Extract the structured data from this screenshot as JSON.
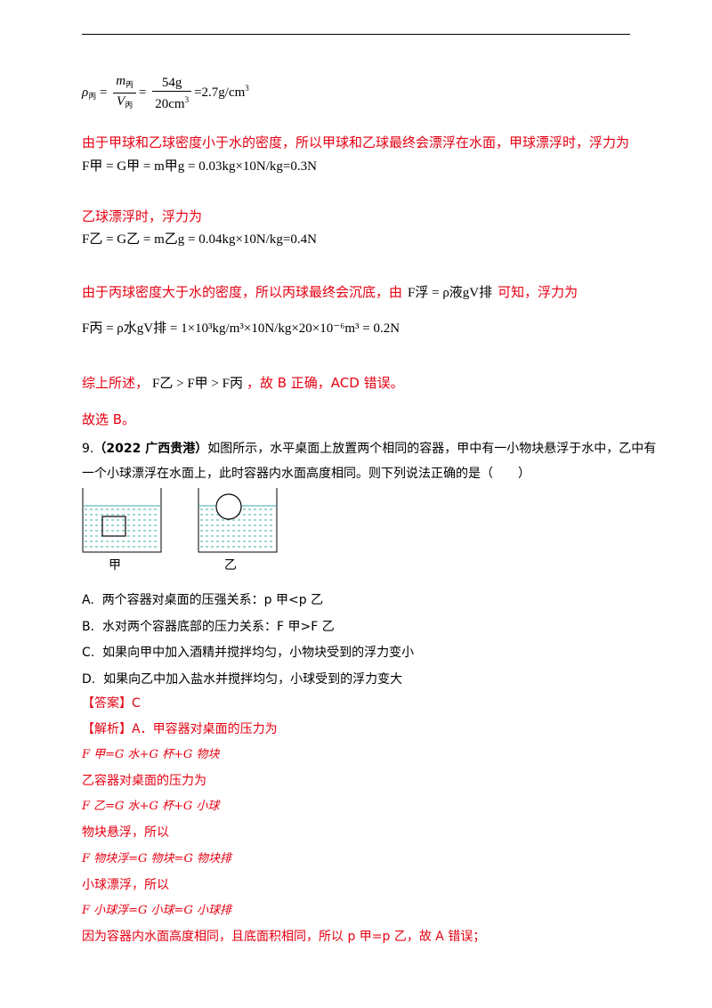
{
  "formula_rho_bing": {
    "lhs": "ρ",
    "lhs_sub": "丙",
    "num1": "m",
    "num1_sub": "丙",
    "den1": "V",
    "den1_sub": "丙",
    "num2": "54g",
    "den2": "20cm",
    "den2_sup": "3",
    "result": "=2.7g/cm",
    "result_sup": "3"
  },
  "text1": "由于甲球和乙球密度小于水的密度，所以甲球和乙球最终会漂浮在水面，甲球漂浮时，浮力为",
  "formula_F_jia": "F甲 = G甲 = m甲g = 0.03kg×10N/kg=0.3N",
  "text2": "乙球漂浮时，浮力为",
  "formula_F_yi": "F乙 = G乙 = m乙g = 0.04kg×10N/kg=0.4N",
  "text3a": "由于丙球密度大于水的密度，所以丙球最终会沉底，由",
  "text3_formula": "F浮 = ρ液gV排",
  "text3b": "可知，浮力为",
  "formula_F_bing": "F丙 = ρ水gV排 = 1×10³kg/m³×10N/kg×20×10⁻⁶m³ = 0.2N",
  "text4a": "综上所述，",
  "text4_formula": "F乙 > F甲 > F丙",
  "text4b": "，故 B 正确，ACD 错误。",
  "text5": "故选 B。",
  "q9_number": "9.",
  "q9_source": "（2022 广西贵港）",
  "q9_line1": "如图所示，水平桌面上放置两个相同的容器，甲中有一小物块悬浮于水中，乙中有",
  "q9_line2": "一个小球漂浮在水面上，此时容器内水面高度相同。则下列说法正确的是（　　）",
  "fig_label_jia": "甲",
  "fig_label_yi": "乙",
  "options": [
    {
      "letter": "A.",
      "text": "两个容器对桌面的压强关系：p 甲<p 乙"
    },
    {
      "letter": "B.",
      "text": "水对两个容器底部的压力关系：F 甲>F 乙"
    },
    {
      "letter": "C.",
      "text": "如果向甲中加入酒精并搅拌均匀，小物块受到的浮力变小"
    },
    {
      "letter": "D.",
      "text": "如果向乙中加入盐水并搅拌均匀，小球受到的浮力变大"
    }
  ],
  "answer": "【答案】C",
  "analysis_intro": "【解析】A．甲容器对桌面的压力为",
  "eq1": "F 甲=G 水+G 杯+G 物块",
  "t_yi": "乙容器对桌面的压力为",
  "eq2": "F 乙=G 水+G 杯+G 小球",
  "t_xuanfu": "物块悬浮，所以",
  "eq3": "F 物块浮=G 物块=G 物块排",
  "t_piaofu": "小球漂浮，所以",
  "eq4": "F 小球浮=G 小球=G 小球排",
  "t_last": "因为容器内水面高度相同，且底面积相同，所以 p 甲=p 乙，故 A 错误；",
  "colors": {
    "answer_red": "#e60012",
    "water": "#3fa8a8"
  }
}
